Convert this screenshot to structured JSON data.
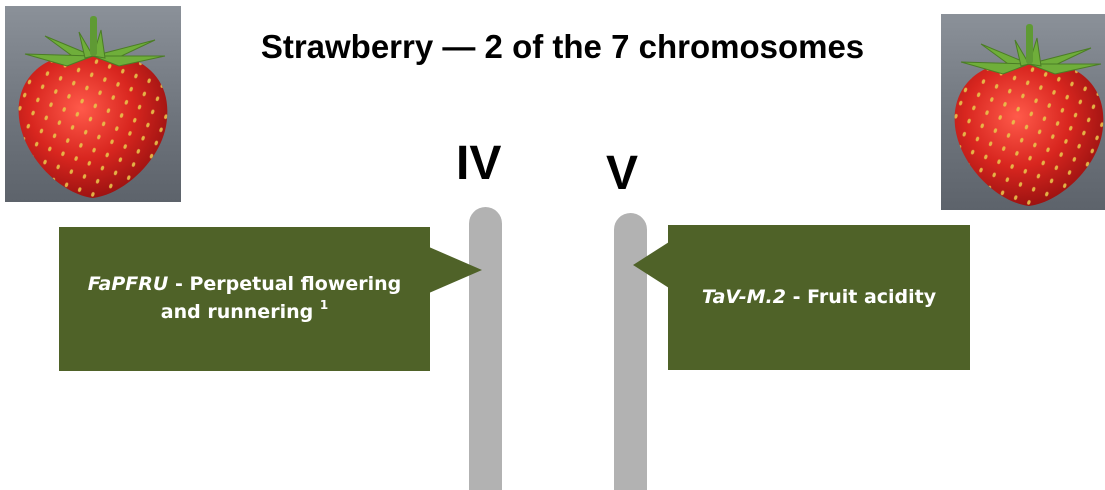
{
  "title": "Strawberry — 2 of the 7 chromosomes",
  "chromosomes": [
    {
      "label": "IV"
    },
    {
      "label": "V"
    }
  ],
  "callouts": {
    "left": {
      "gene": "FaPFRU",
      "separator": " - ",
      "description": "Perpetual flowering and runnering",
      "footnote": "1"
    },
    "right": {
      "gene": "TaV-M.2",
      "separator": " - ",
      "description": "Fruit acidity"
    }
  },
  "colors": {
    "callout": "#4f6228",
    "chromosome": "#b2b2b2",
    "text": "#000000",
    "callout_text": "#ffffff"
  },
  "images": {
    "left": "strawberry-photo",
    "right": "strawberry-photo"
  }
}
